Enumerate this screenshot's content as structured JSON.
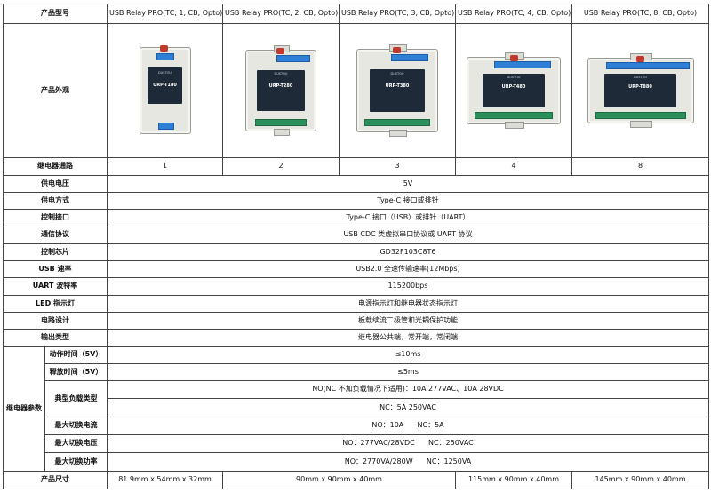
{
  "table": {
    "model_header": "产品型号",
    "models": [
      "USB Relay PRO(TC, 1, CB, Opto)",
      "USB Relay PRO(TC, 2, CB, Opto)",
      "USB Relay PRO(TC, 3, CB, Opto)",
      "USB Relay PRO(TC, 4, CB, Opto)",
      "USB Relay PRO(TC, 8, CB, Opto)"
    ],
    "appearance_header": "产品外观",
    "devices": [
      {
        "brand": "DUSTOU",
        "model": "URP-T180"
      },
      {
        "brand": "DUSTOU",
        "model": "URP-T280"
      },
      {
        "brand": "DUSTOU",
        "model": "URP-T380"
      },
      {
        "brand": "DUSTOU",
        "model": "URP-T480"
      },
      {
        "brand": "DUSTOU",
        "model": "URP-T880"
      }
    ],
    "channels_header": "继电器通路",
    "channels": [
      "1",
      "2",
      "3",
      "4",
      "8"
    ],
    "voltage_header": "供电电压",
    "voltage": "5V",
    "power_header": "供电方式",
    "power": "Type-C 接口或排针",
    "control_iface_header": "控制接口",
    "control_iface": "Type-C 接口（USB）或排针（UART）",
    "protocol_header": "通信协议",
    "protocol": "USB CDC 类虚拟串口协议或 UART 协议",
    "chip_header": "控制芯片",
    "chip": "GD32F103C8T6",
    "usb_rate_header": "USB 速率",
    "usb_rate": "USB2.0 全速传输速率(12Mbps)",
    "uart_baud_header": "UART 波特率",
    "uart_baud": "115200bps",
    "led_header": "LED 指示灯",
    "led": "电源指示灯和继电器状态指示灯",
    "circuit_header": "电路设计",
    "circuit": "板载续流二极管和光耦保护功能",
    "output_header": "输出类型",
    "output": "继电器公共端，常开端，常闭端",
    "relay_group_header": "继电器参数",
    "action_time_header": "动作时间（5V）",
    "action_time": "≤10ms",
    "release_time_header": "释放时间（5V）",
    "release_time": "≤5ms",
    "typical_load_header": "典型负载类型",
    "typical_load_no": "NO(NC 不加负载情况下适用)：10A 277VAC、10A 28VDC",
    "typical_load_nc": "NC：5A 250VAC",
    "max_current_header": "最大切换电流",
    "max_current": "NO：10A      NC：5A",
    "max_voltage_header": "最大切换电压",
    "max_voltage": "NO：277VAC/28VDC      NC：250VAC",
    "max_power_header": "最大切换功率",
    "max_power": "NO：2770VA/280W      NC：1250VA",
    "size_header": "产品尺寸",
    "sizes": [
      "81.9mm x 54mm x 32mm",
      "90mm x 90mm x 40mm",
      "115mm x 90mm x 40mm",
      "145mm x 90mm x 40mm"
    ]
  }
}
